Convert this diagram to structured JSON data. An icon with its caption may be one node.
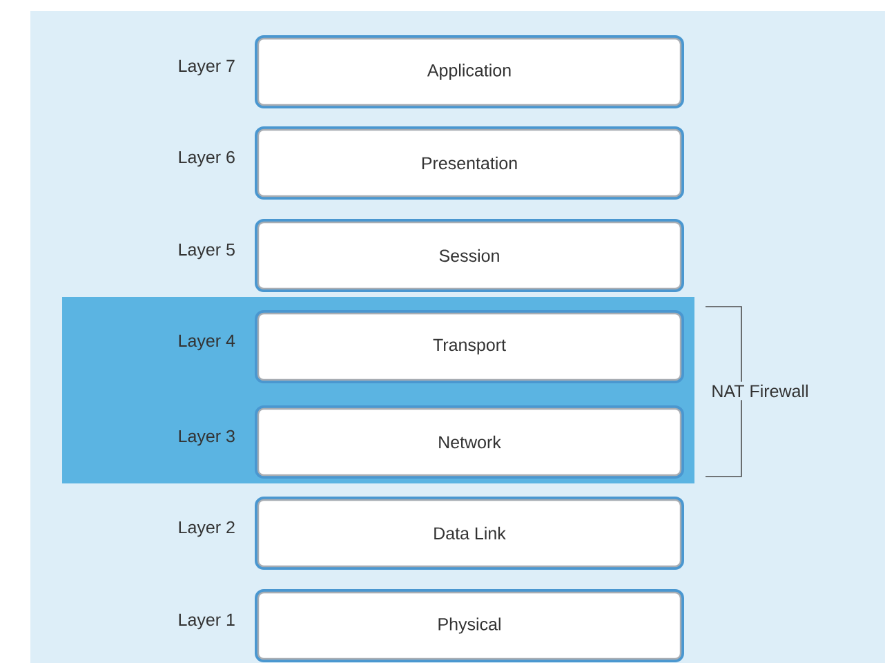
{
  "diagram": {
    "nodes": [
      {
        "text": [
          "Application"
        ],
        "beside": [
          "Layer 7"
        ]
      },
      {
        "text": [
          "Presentation"
        ],
        "beside": [
          "Layer 6"
        ]
      },
      {
        "text": [
          "Session"
        ],
        "beside": [
          "Layer 5"
        ]
      },
      {
        "text": [
          "Transport"
        ],
        "beside": [
          "Layer 4"
        ]
      },
      {
        "text": [
          "Network"
        ],
        "beside": [
          "Layer 3"
        ]
      },
      {
        "text": [
          "Data Link"
        ],
        "beside": [
          "Layer 2"
        ]
      },
      {
        "text": [
          "Physical"
        ],
        "beside": [
          "Layer 1"
        ]
      }
    ],
    "labels": [
      "NAT Firewall"
    ]
  }
}
